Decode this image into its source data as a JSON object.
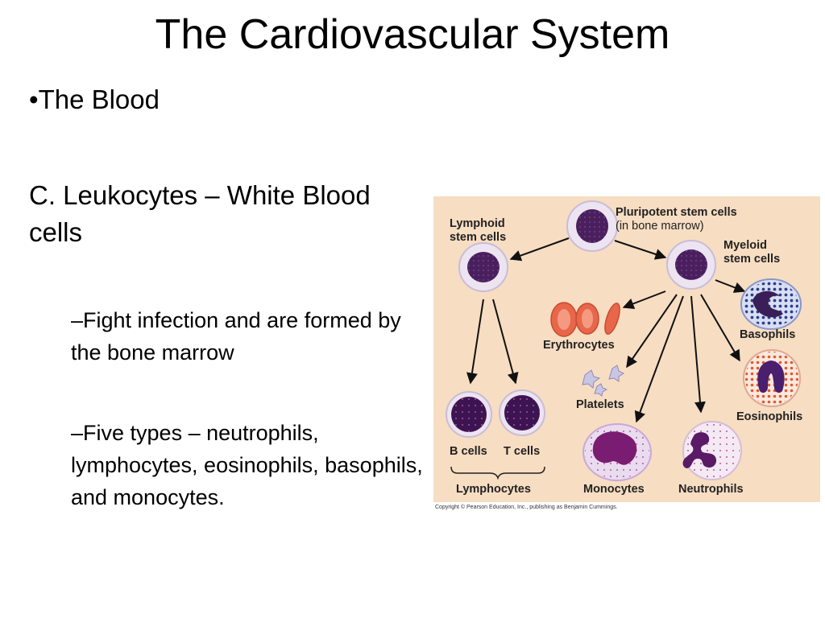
{
  "slide": {
    "title": "The Cardiovascular System",
    "bullet_marker": "•",
    "bullet_1": "The Blood",
    "heading": "C. Leukocytes – White Blood cells",
    "dash": "–",
    "sub_bullets": [
      "Fight infection and are formed by the bone marrow",
      "Five types – neutrophils, lymphocytes, eosinophils, basophils, and monocytes."
    ]
  },
  "figure": {
    "labels": {
      "pluripotent_1": "Pluripotent stem cells",
      "pluripotent_2": "(in bone marrow)",
      "lymphoid_1": "Lymphoid",
      "lymphoid_2": "stem cells",
      "myeloid_1": "Myeloid",
      "myeloid_2": "stem cells",
      "basophils": "Basophils",
      "erythrocytes": "Erythrocytes",
      "platelets": "Platelets",
      "eosinophils": "Eosinophils",
      "b_cells": "B cells",
      "t_cells": "T cells",
      "lymphocytes": "Lymphocytes",
      "monocytes": "Monocytes",
      "neutrophils": "Neutrophils"
    },
    "copyright": "Copyright © Pearson Education, Inc., publishing as Benjamin Cummings.",
    "colors": {
      "background": "#f7ddc2",
      "nucleus": "#4a1f5e",
      "cell_halo": "#ede4f2",
      "erythrocyte": "#e8674a",
      "basophil_granules": "#2c3e8c",
      "eosinophil_granules": "#e05a2a"
    }
  }
}
